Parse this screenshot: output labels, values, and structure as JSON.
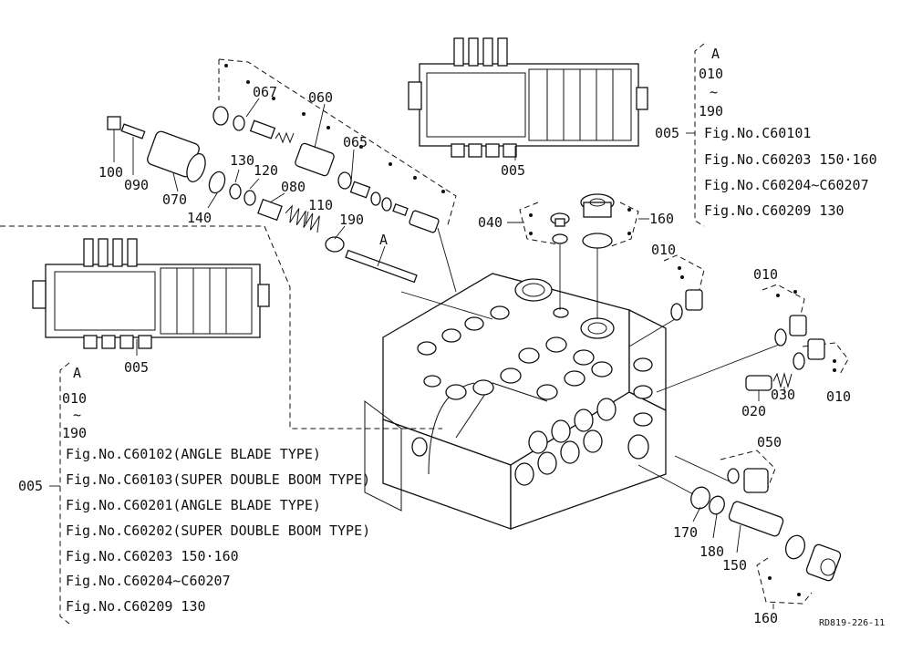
{
  "parts": {
    "p005_top": "005",
    "p005_left": "005",
    "p010_a": "010",
    "p010_b": "010",
    "p010_c": "010",
    "p020": "020",
    "p030": "030",
    "p040": "040",
    "p050": "050",
    "p060": "060",
    "p065": "065",
    "p067": "067",
    "p070": "070",
    "p080": "080",
    "p090": "090",
    "p100": "100",
    "p110": "110",
    "p120": "120",
    "p130": "130",
    "p140": "140",
    "p150": "150",
    "p160_top": "160",
    "p160_bottom": "160",
    "p170": "170",
    "p180": "180",
    "p190": "190",
    "section_a": "A"
  },
  "ref_right": {
    "group": "005",
    "section": "A",
    "from": "010",
    "tilde": "~",
    "to": "190",
    "lines": [
      "Fig.No.C60101",
      "Fig.No.C60203  150·160",
      "Fig.No.C60204~C60207",
      "Fig.No.C60209  130"
    ]
  },
  "ref_left": {
    "group": "005",
    "section": "A",
    "from": "010",
    "tilde": "~",
    "to": "190",
    "lines": [
      "Fig.No.C60102(ANGLE BLADE TYPE)",
      "Fig.No.C60103(SUPER DOUBLE BOOM TYPE)",
      "Fig.No.C60201(ANGLE BLADE TYPE)",
      "Fig.No.C60202(SUPER DOUBLE BOOM TYPE)",
      "Fig.No.C60203  150·160",
      "Fig.No.C60204~C60207",
      "Fig.No.C60209  130"
    ]
  },
  "drawing_code": "RD819-226-11"
}
